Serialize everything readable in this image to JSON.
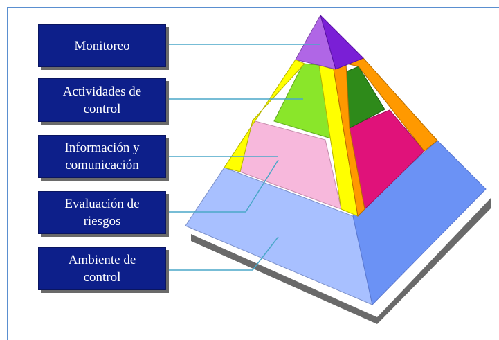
{
  "levels": [
    {
      "label": "Monitoreo"
    },
    {
      "label": "Actividades de\ncontrol"
    },
    {
      "label": "Información y\ncomunicación"
    },
    {
      "label": "Evaluación de\nriesgos"
    },
    {
      "label": "Ambiente de\ncontrol"
    }
  ],
  "colors": {
    "label_box": "#0d1f8a",
    "frame": "#5a8fd0",
    "connector_line": "#4aa7c8",
    "apex_front": "#b066e6",
    "apex_side": "#7a1fd6",
    "level2_front": "#8ae62a",
    "level2_side": "#2e8a1a",
    "level3_front": "#f7b8dc",
    "level3_side": "#e0127a",
    "edge_yellow": "#ffff00",
    "edge_orange": "#ff9900",
    "base_front": "#a8c0ff",
    "base_side": "#6b92f5",
    "shadow": "#6a6a6a"
  }
}
